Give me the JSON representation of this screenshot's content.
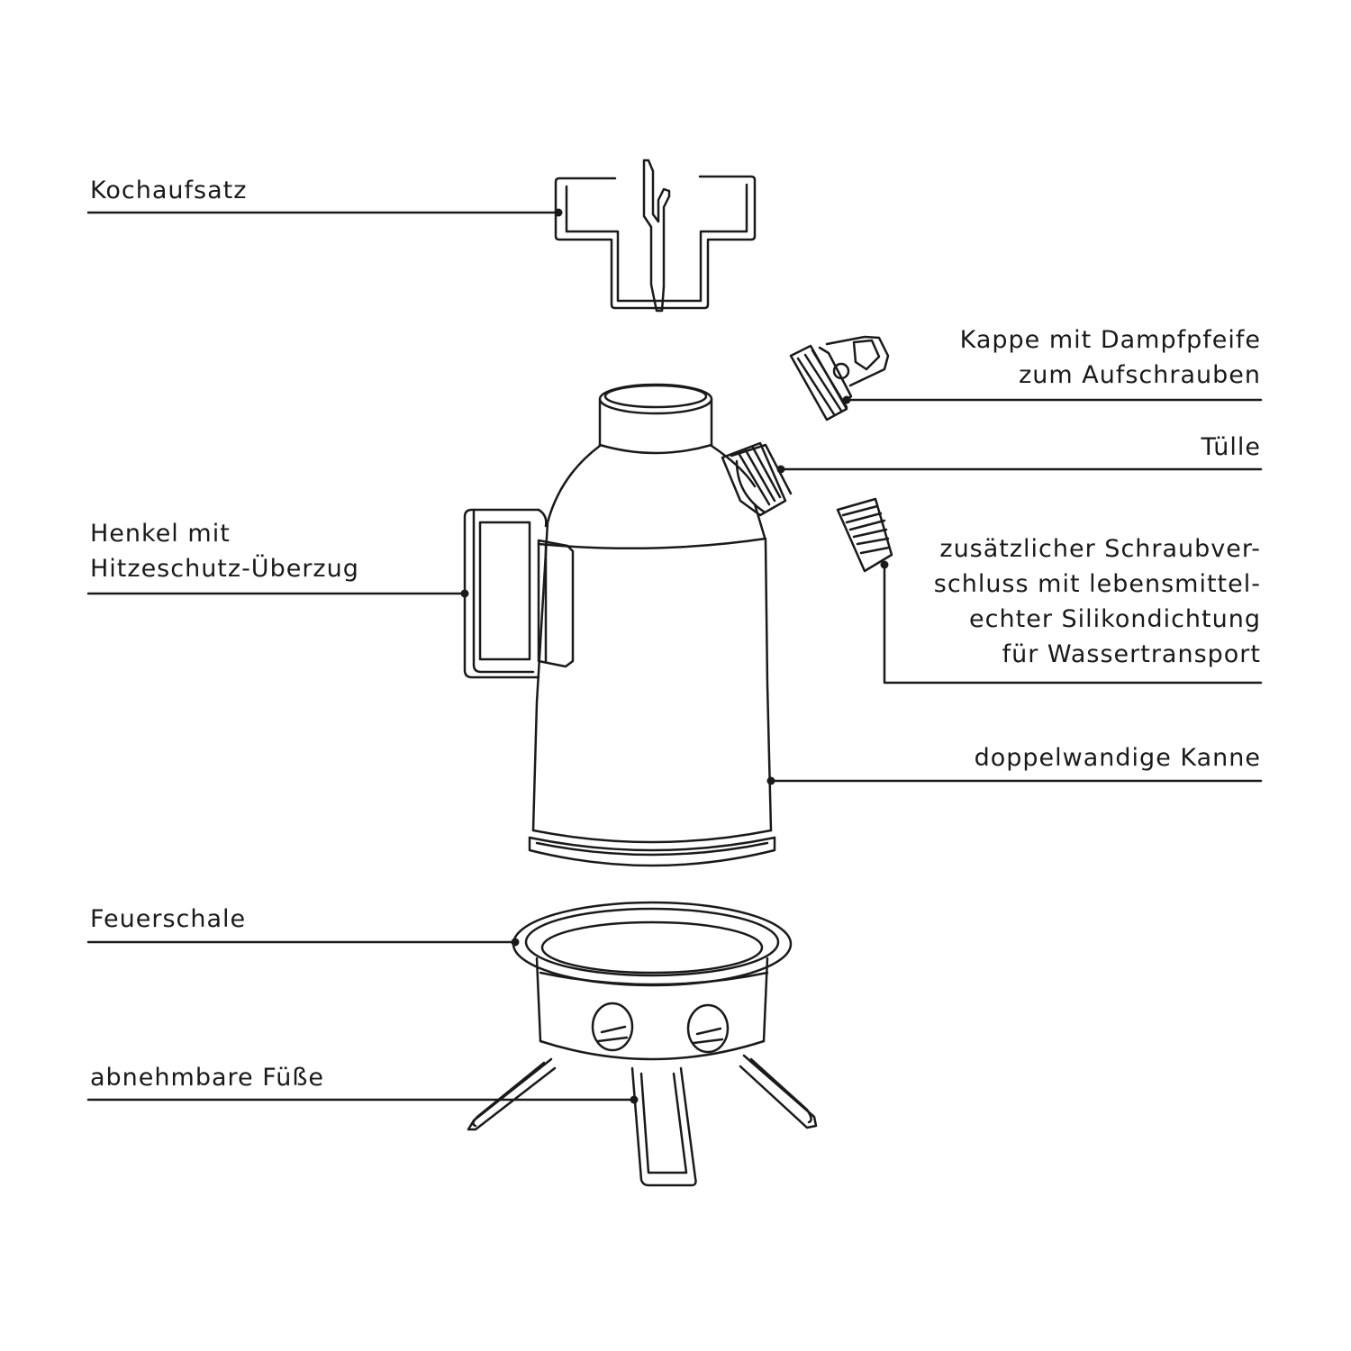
{
  "colors": {
    "background": "#ffffff",
    "line": "#1a1a1a"
  },
  "labels": {
    "kochaufsatz": [
      "Kochaufsatz"
    ],
    "kappe": [
      "Kappe mit Dampfpfeife",
      "zum Aufschrauben"
    ],
    "tuelle": [
      "Tülle"
    ],
    "henkel": [
      "Henkel mit",
      "Hitzeschutz-Überzug"
    ],
    "schraubverschluss": [
      "zusätzlicher Schraubver-",
      "schluss mit lebensmittel-",
      "echter Silikondichtung",
      "für Wassertransport"
    ],
    "kanne": [
      "doppelwandige Kanne"
    ],
    "feuerschale": [
      "Feuerschale"
    ],
    "fuesse": [
      "abnehmbare Füße"
    ]
  }
}
